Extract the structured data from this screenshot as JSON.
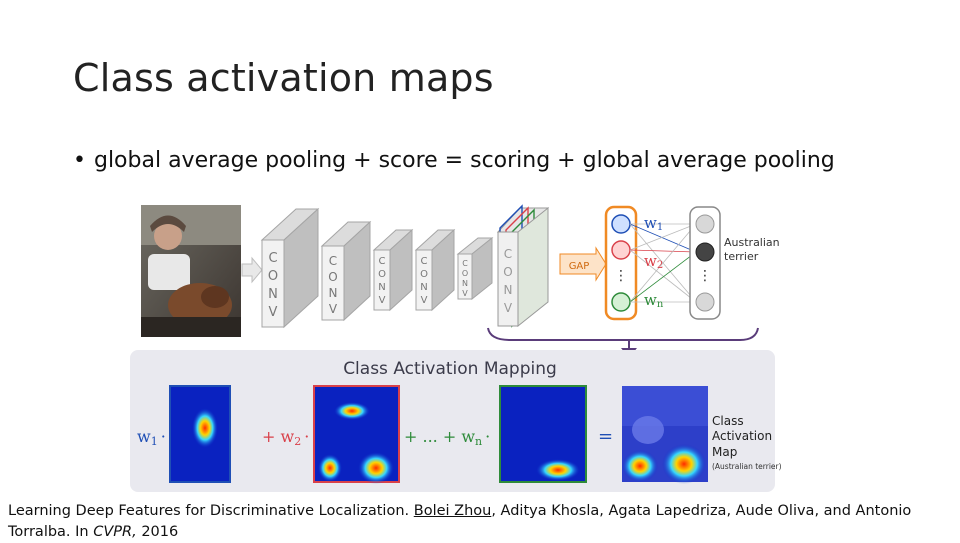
{
  "slide": {
    "title": "Class activation maps",
    "bullet": "global average pooling + score = scoring + global average pooling"
  },
  "figure": {
    "conv_label": [
      "C",
      "O",
      "N",
      "V"
    ],
    "gap_label": "GAP",
    "weights": {
      "w1": "w",
      "w1_sub": "1",
      "w2": "w",
      "w2_sub": "2",
      "wn": "w",
      "wn_sub": "n"
    },
    "output_label_line1": "Australian",
    "output_label_line2": "terrier",
    "cam_title": "Class Activation Mapping",
    "eq": {
      "w1_term": "w",
      "w1_sub": "1",
      "plus_w2": "+ w",
      "w2_sub": "2",
      "plus_dots_wn": "+ ... + w",
      "wn_sub": "n",
      "dot": "·",
      "equals": "="
    },
    "result_label": [
      "Class",
      "Activation",
      "Map"
    ],
    "result_sublabel": "(Australian terrier)",
    "colors": {
      "blue": "#1f4fb5",
      "red": "#d9414a",
      "green": "#2e8b3a",
      "orange": "#f08a24",
      "panel": "#e9e9ef",
      "arrow": "#5a3c7a"
    }
  },
  "citation": {
    "pre": "Learning Deep Features for Discriminative Localization. ",
    "author_underlined": "Bolei Zhou",
    "post": ", Aditya Khosla, Agata Lapedriza, Aude Oliva, and Antonio Torralba. In ",
    "venue": "CVPR,",
    "year": " 2016"
  }
}
